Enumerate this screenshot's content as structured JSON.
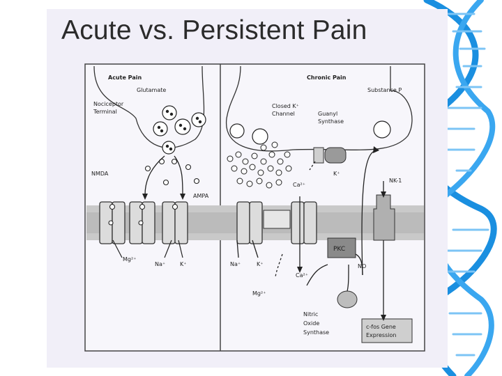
{
  "slide": {
    "title": "Acute vs. Persistent Pain"
  },
  "figure": {
    "left_panel": {
      "heading": "Acute Pain",
      "labels": {
        "glutamate": "Glutamate",
        "nociceptor_1": "Nociceptor",
        "nociceptor_2": "Terminal",
        "nmda": "NMDA",
        "ampa": "AMPA",
        "mg": "Mg²⁺",
        "na": "Na⁺",
        "k": "K⁺"
      }
    },
    "right_panel": {
      "heading": "Chronic Pain",
      "labels": {
        "substance_p": "Substance P",
        "closed_k_1": "Closed K⁺",
        "closed_k_2": "Channel",
        "guanyl_1": "Guanyl",
        "guanyl_2": "Synthase",
        "k": "K⁺",
        "ca_top": "Ca²⁺",
        "nk1": "NK-1",
        "na": "Na⁺",
        "k2": "K⁺",
        "pkc": "PKC",
        "ca_bottom": "Ca²⁺",
        "mg": "Mg²⁺",
        "no": "NO",
        "nitric_1": "Nitric",
        "nitric_2": "Oxide",
        "nitric_3": "Synthase",
        "gene_1": "c-fos Gene",
        "gene_2": "Expression"
      }
    },
    "colors": {
      "helix_blue": "#1a8fe0",
      "membrane_gray": "#b8b8b8",
      "dark_box": "#8a8a8a"
    }
  }
}
